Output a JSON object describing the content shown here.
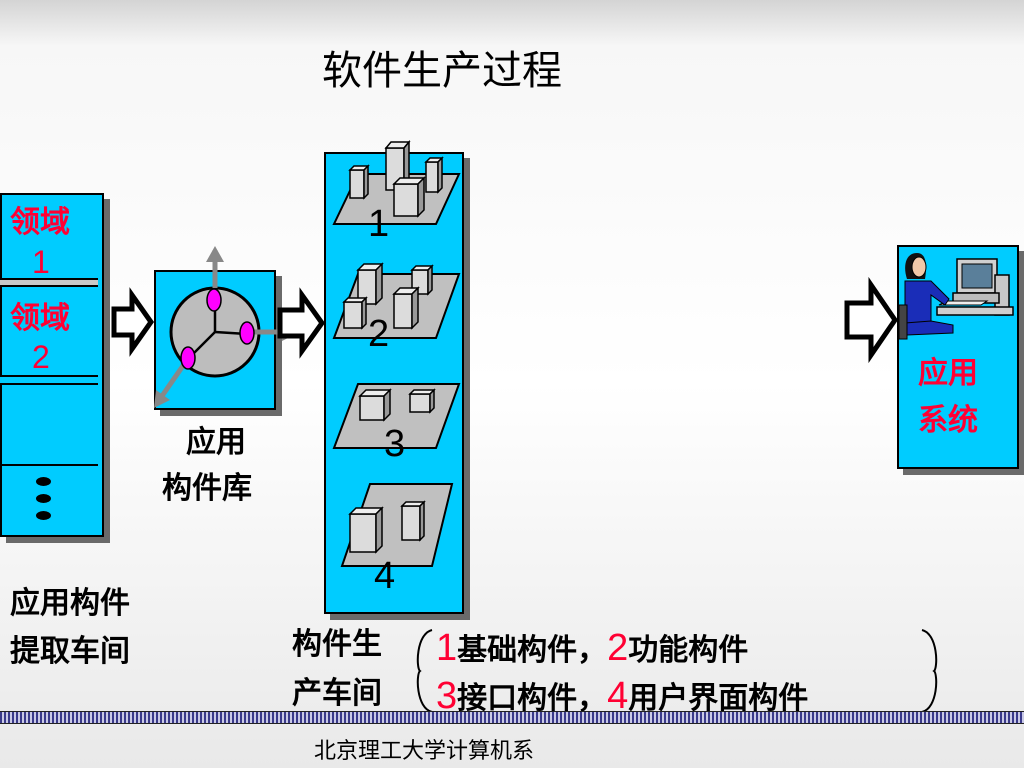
{
  "title": "软件生产过程",
  "domains": {
    "d1": {
      "name": "领域",
      "num": "1"
    },
    "d2": {
      "name": "领域",
      "num": "2"
    }
  },
  "extract_label": [
    "应用构件",
    "提取车间"
  ],
  "library_label": [
    "应用",
    "构件库"
  ],
  "workshop_labels": [
    "1",
    "2",
    "3",
    "4"
  ],
  "production_label": [
    "构件生",
    "产车间"
  ],
  "component_types": {
    "n1": "1",
    "t1": "基础构件，",
    "n2": "2",
    "t2": "功能构件",
    "n3": "3",
    "t3": "接口构件，",
    "n4": "4",
    "t4": "用户界面构件"
  },
  "app_system_label": [
    "应用",
    "系统"
  ],
  "footer": "北京理工大学计算机系",
  "colors": {
    "box_fill": "#00ccff",
    "accent_red": "#ff0033",
    "dot_magenta": "#ff00ff"
  }
}
